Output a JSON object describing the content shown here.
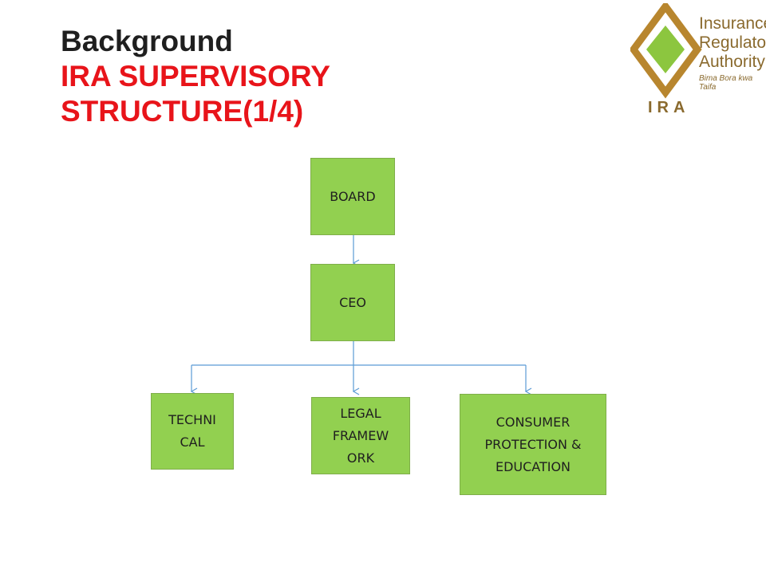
{
  "title": {
    "line1": "Background",
    "line2": "IRA SUPERVISORY",
    "line3": "STRUCTURE(1/4)"
  },
  "logo": {
    "line1": "Insurance",
    "line2": "Regulatory",
    "line3": "Authority",
    "tagline": "Bima Bora kwa Taifa",
    "abbr": "IRA"
  },
  "org": {
    "board": "BOARD",
    "ceo": "CEO",
    "technical": "TECHNI\nCAL",
    "legal": "LEGAL\nFRAMEW\nORK",
    "consumer": "CONSUMER\n PROTECTION &\nEDUCATION"
  },
  "colors": {
    "box_fill": "#92d050",
    "connector": "#5b9bd5",
    "title_red": "#e8141a",
    "logo_gold": "#b8862e",
    "logo_green": "#8cc63f"
  }
}
